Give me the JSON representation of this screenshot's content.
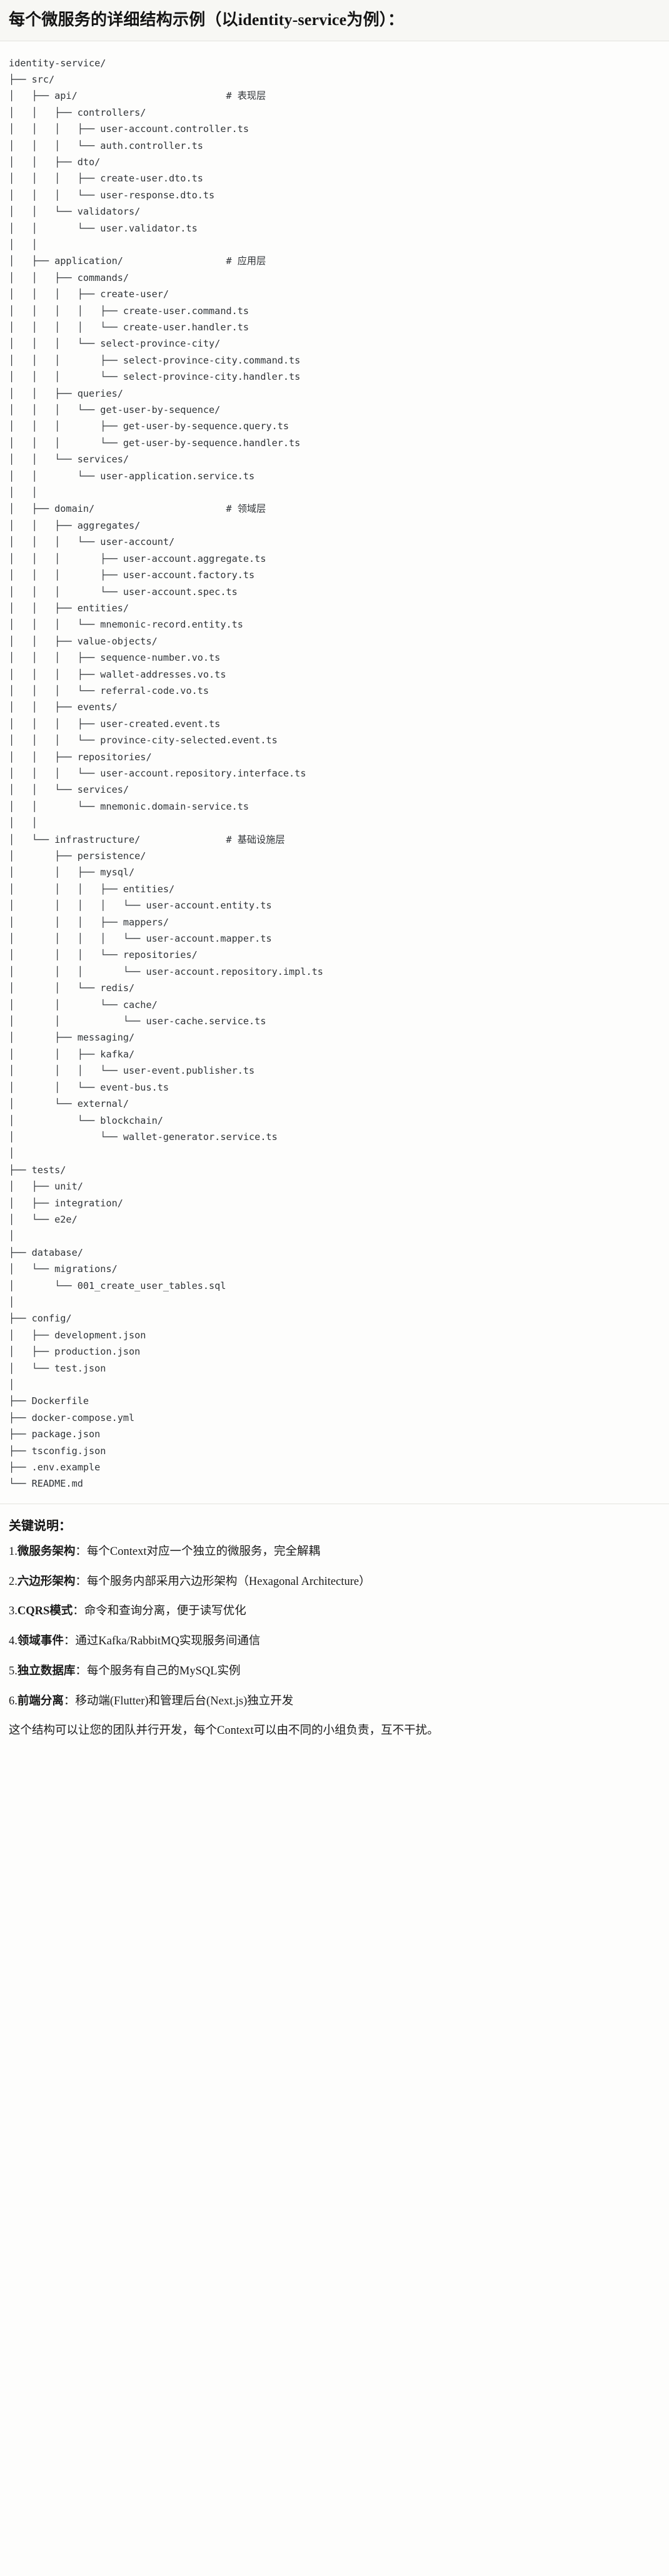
{
  "header": {
    "title": "每个微服务的详细结构示例（以identity-service为例）："
  },
  "tree": {
    "root_label": "identity-service/",
    "text": "identity-service/\n├── src/\n│   ├── api/                          # 表现层\n│   │   ├── controllers/\n│   │   │   ├── user-account.controller.ts\n│   │   │   └── auth.controller.ts\n│   │   ├── dto/\n│   │   │   ├── create-user.dto.ts\n│   │   │   └── user-response.dto.ts\n│   │   └── validators/\n│   │       └── user.validator.ts\n│   │\n│   ├── application/                  # 应用层\n│   │   ├── commands/\n│   │   │   ├── create-user/\n│   │   │   │   ├── create-user.command.ts\n│   │   │   │   └── create-user.handler.ts\n│   │   │   └── select-province-city/\n│   │   │       ├── select-province-city.command.ts\n│   │   │       └── select-province-city.handler.ts\n│   │   ├── queries/\n│   │   │   └── get-user-by-sequence/\n│   │   │       ├── get-user-by-sequence.query.ts\n│   │   │       └── get-user-by-sequence.handler.ts\n│   │   └── services/\n│   │       └── user-application.service.ts\n│   │\n│   ├── domain/                       # 领域层\n│   │   ├── aggregates/\n│   │   │   └── user-account/\n│   │   │       ├── user-account.aggregate.ts\n│   │   │       ├── user-account.factory.ts\n│   │   │       └── user-account.spec.ts\n│   │   ├── entities/\n│   │   │   └── mnemonic-record.entity.ts\n│   │   ├── value-objects/\n│   │   │   ├── sequence-number.vo.ts\n│   │   │   ├── wallet-addresses.vo.ts\n│   │   │   └── referral-code.vo.ts\n│   │   ├── events/\n│   │   │   ├── user-created.event.ts\n│   │   │   └── province-city-selected.event.ts\n│   │   ├── repositories/\n│   │   │   └── user-account.repository.interface.ts\n│   │   └── services/\n│   │       └── mnemonic.domain-service.ts\n│   │\n│   └── infrastructure/               # 基础设施层\n│       ├── persistence/\n│       │   ├── mysql/\n│       │   │   ├── entities/\n│       │   │   │   └── user-account.entity.ts\n│       │   │   ├── mappers/\n│       │   │   │   └── user-account.mapper.ts\n│       │   │   └── repositories/\n│       │   │       └── user-account.repository.impl.ts\n│       │   └── redis/\n│       │       └── cache/\n│       │           └── user-cache.service.ts\n│       ├── messaging/\n│       │   ├── kafka/\n│       │   │   └── user-event.publisher.ts\n│       │   └── event-bus.ts\n│       └── external/\n│           └── blockchain/\n│               └── wallet-generator.service.ts\n│\n├── tests/\n│   ├── unit/\n│   ├── integration/\n│   └── e2e/\n│\n├── database/\n│   └── migrations/\n│       └── 001_create_user_tables.sql\n│\n├── config/\n│   ├── development.json\n│   ├── production.json\n│   └── test.json\n│\n├── Dockerfile\n├── docker-compose.yml\n├── package.json\n├── tsconfig.json\n├── .env.example\n└── README.md",
    "layer_comments": [
      "# 表现层",
      "# 应用层",
      "# 领域层",
      "# 基础设施层"
    ]
  },
  "notes": {
    "title": "关键说明：",
    "items": [
      {
        "num": "1.",
        "label": "微服务架构",
        "text": "：每个Context对应一个独立的微服务，完全解耦"
      },
      {
        "num": "2.",
        "label": "六边形架构",
        "text": "：每个服务内部采用六边形架构（Hexagonal Architecture）"
      },
      {
        "num": "3.",
        "label": "CQRS模式",
        "text": "：命令和查询分离，便于读写优化"
      },
      {
        "num": "4.",
        "label": "领域事件",
        "text": "：通过Kafka/RabbitMQ实现服务间通信"
      },
      {
        "num": "5.",
        "label": "独立数据库",
        "text": "：每个服务有自己的MySQL实例"
      },
      {
        "num": "6.",
        "label": "前端分离",
        "text": "：移动端(Flutter)和管理后台(Next.js)独立开发"
      }
    ],
    "closing": "这个结构可以让您的团队并行开发，每个Context可以由不同的小组负责，互不干扰。"
  },
  "colors": {
    "page_bg": "#fdfdfc",
    "header_bg": "#f7f7f4",
    "border": "#e3e3de",
    "text": "#1f1f1f",
    "code_text": "#2f3337"
  }
}
